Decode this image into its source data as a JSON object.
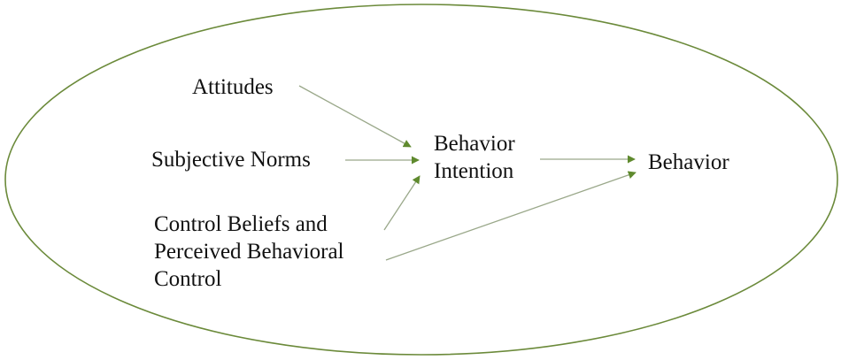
{
  "nodes": {
    "attitudes": {
      "lines": [
        "Attitudes"
      ]
    },
    "subjective_norms": {
      "lines": [
        "Subjective Norms"
      ]
    },
    "control_beliefs": {
      "lines": [
        "Control Beliefs and",
        "Perceived Behavioral",
        "Control"
      ]
    },
    "behavior_intention": {
      "lines": [
        "Behavior",
        "Intention"
      ]
    },
    "behavior": {
      "lines": [
        "Behavior"
      ]
    }
  },
  "edges": [
    {
      "from": "attitudes",
      "to": "behavior_intention"
    },
    {
      "from": "subjective_norms",
      "to": "behavior_intention"
    },
    {
      "from": "control_beliefs",
      "to": "behavior_intention"
    },
    {
      "from": "behavior_intention",
      "to": "behavior"
    },
    {
      "from": "control_beliefs",
      "to": "behavior"
    }
  ],
  "colors": {
    "ellipse_stroke": "#6b8a3a",
    "edge_line": "#9aa88a",
    "arrowhead": "#5f8a2e",
    "text": "#111111"
  }
}
